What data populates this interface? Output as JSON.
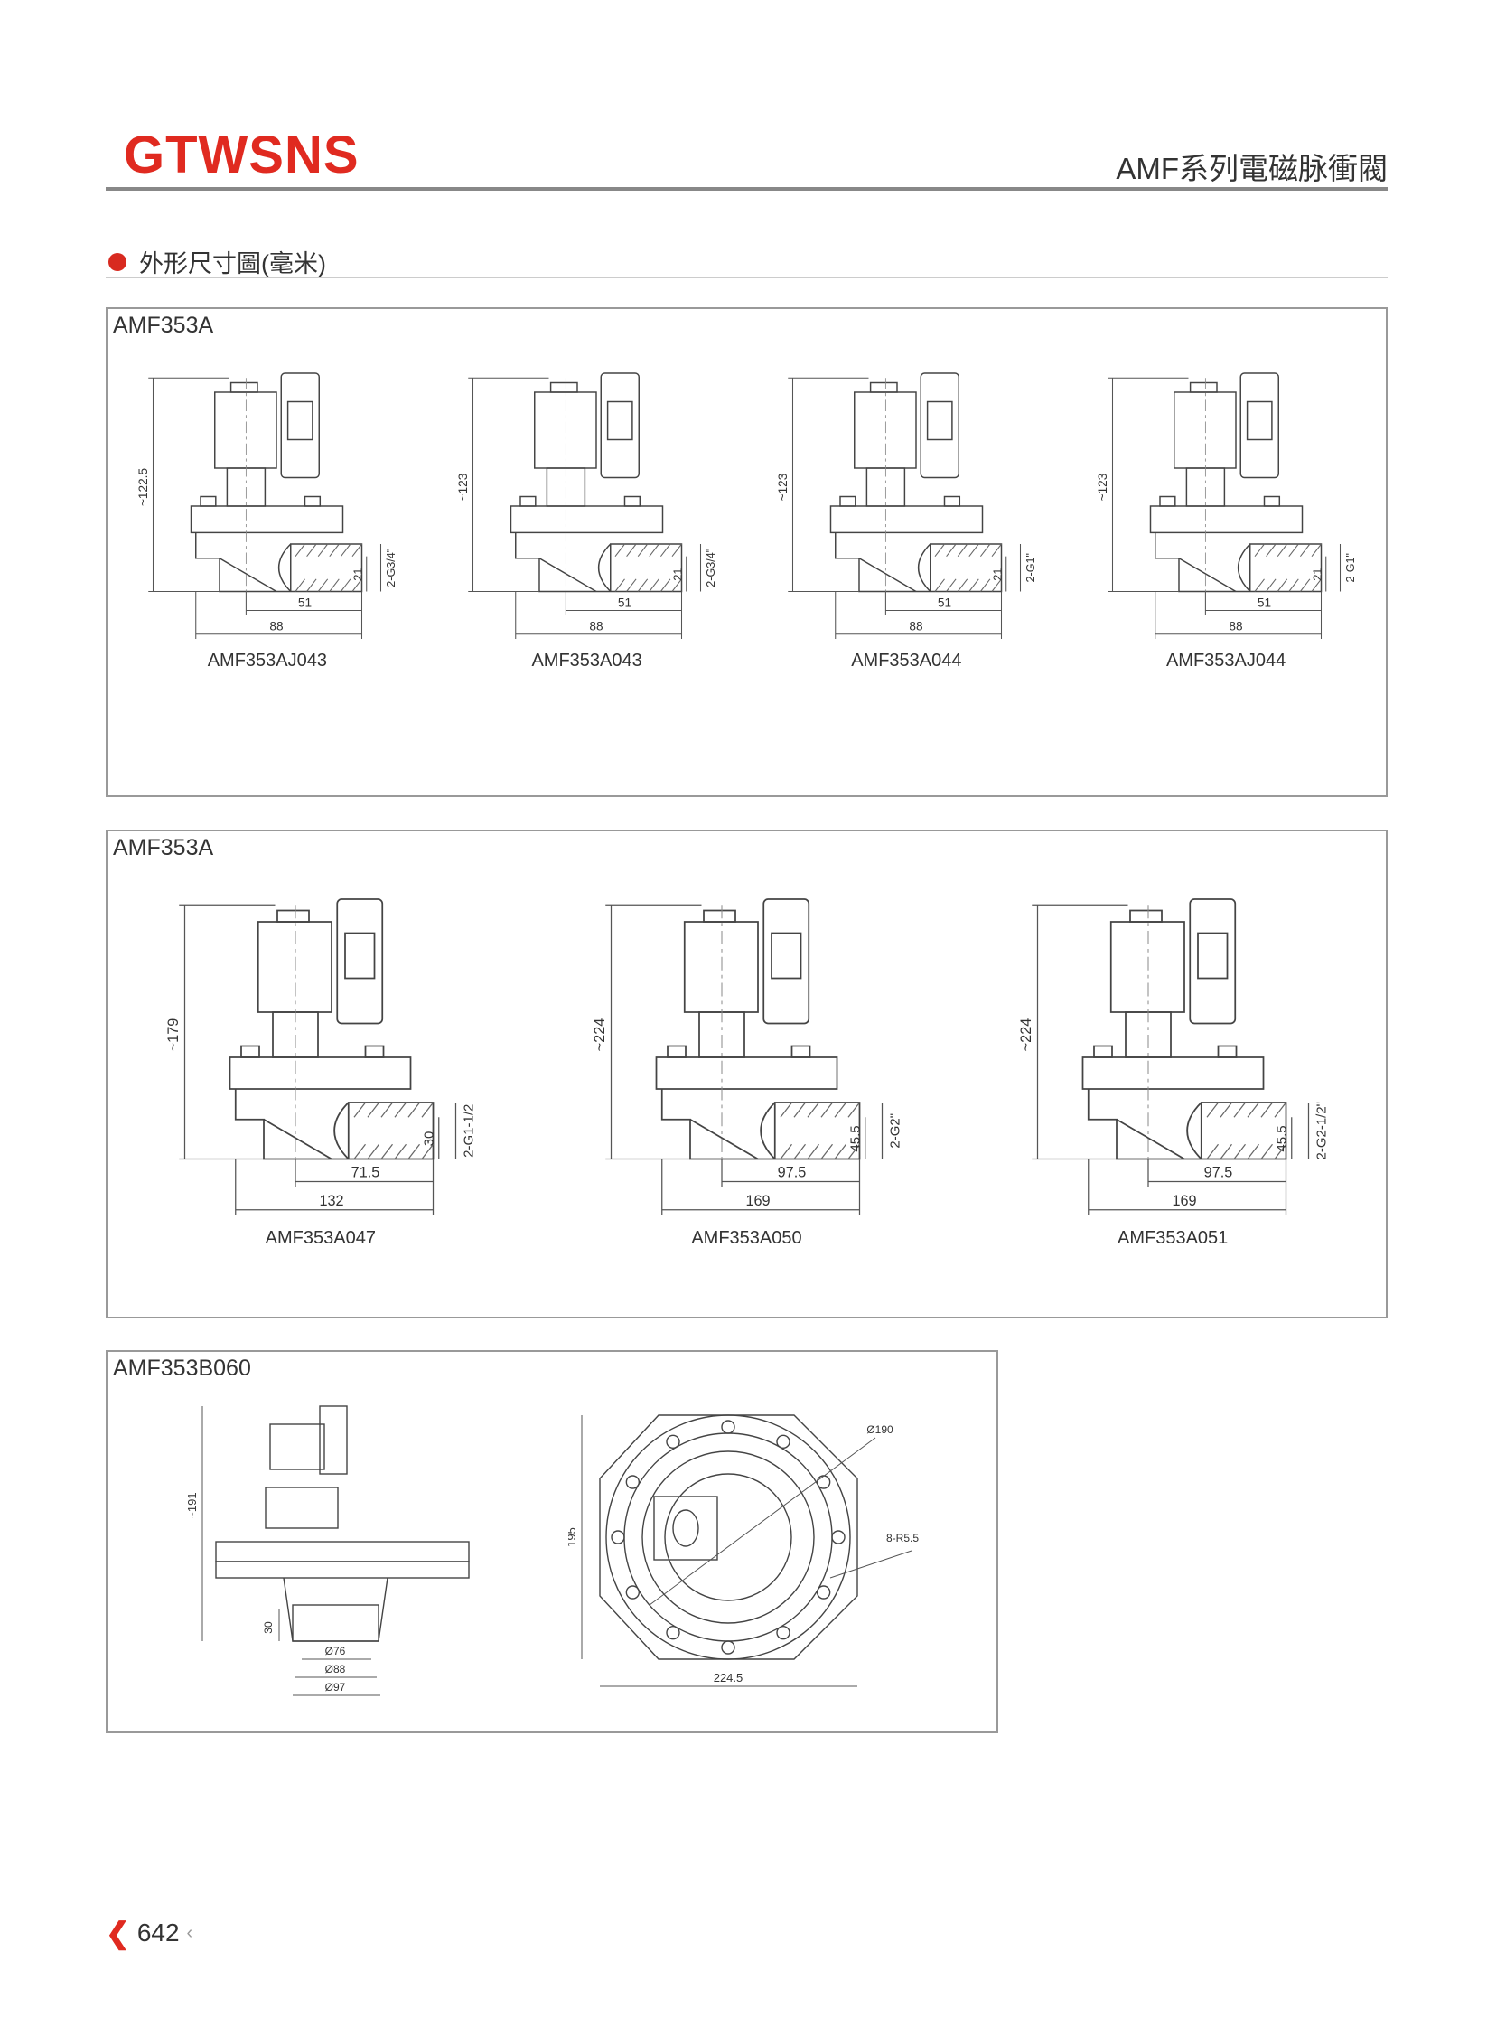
{
  "header": {
    "logo": "GTWSNS",
    "series_title": "AMF系列電磁脉衝閥"
  },
  "section": {
    "title": "外形尺寸圖(毫米)"
  },
  "panels": [
    {
      "title": "AMF353A",
      "items": [
        {
          "model": "AMF353AJ043",
          "height": "~122.5",
          "port": "2-G3/4\"",
          "offset": "21",
          "inner": "51",
          "outer": "88"
        },
        {
          "model": "AMF353A043",
          "height": "~123",
          "port": "2-G3/4\"",
          "offset": "21",
          "inner": "51",
          "outer": "88"
        },
        {
          "model": "AMF353A044",
          "height": "~123",
          "port": "2-G1\"",
          "offset": "21",
          "inner": "51",
          "outer": "88"
        },
        {
          "model": "AMF353AJ044",
          "height": "~123",
          "port": "2-G1\"",
          "offset": "21",
          "inner": "51",
          "outer": "88"
        }
      ]
    },
    {
      "title": "AMF353A",
      "items": [
        {
          "model": "AMF353A047",
          "height": "~179",
          "port": "2-G1-1/2",
          "offset": "30",
          "inner": "71.5",
          "outer": "132"
        },
        {
          "model": "AMF353A050",
          "height": "~224",
          "port": "2-G2\"",
          "offset": "45.5",
          "inner": "97.5",
          "outer": "169"
        },
        {
          "model": "AMF353A051",
          "height": "~224",
          "port": "2-G2-1/2\"",
          "offset": "45.5",
          "inner": "97.5",
          "outer": "169"
        }
      ]
    },
    {
      "title": "AMF353B060",
      "side": {
        "height": "~191",
        "offset": "30",
        "d1": "Ø76",
        "d2": "Ø88",
        "d3": "Ø97"
      },
      "top": {
        "height": "195",
        "diameter": "Ø190",
        "holes": "8-R5.5",
        "width": "224.5"
      }
    }
  ],
  "footer": {
    "page": "642",
    "prev_icon": "chevron-left-icon",
    "next_icon": "chevron-left-small-icon"
  },
  "colors": {
    "brand": "#e02a20",
    "rule": "#888888"
  }
}
